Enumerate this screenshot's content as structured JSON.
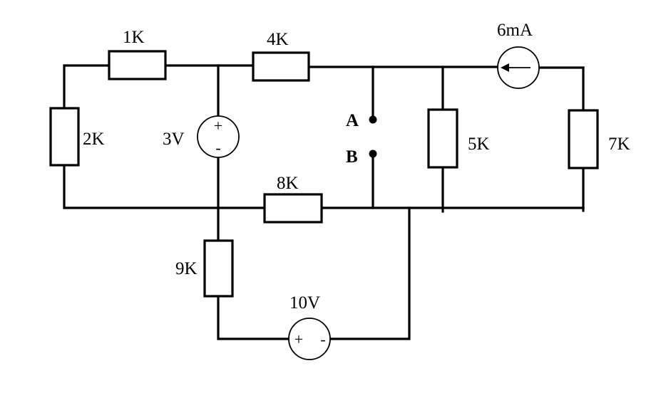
{
  "resistors": {
    "r1": "1K",
    "r2": "2K",
    "r4": "4K",
    "r5": "5K",
    "r7": "7K",
    "r8": "8K",
    "r9": "9K"
  },
  "sources": {
    "v3": {
      "label": "3V",
      "plus": "+",
      "minus": "-"
    },
    "v10": {
      "label": "10V",
      "plus": "+",
      "minus": "-"
    },
    "i6": {
      "label": "6mA"
    }
  },
  "terminals": {
    "a": "A",
    "b": "B"
  }
}
